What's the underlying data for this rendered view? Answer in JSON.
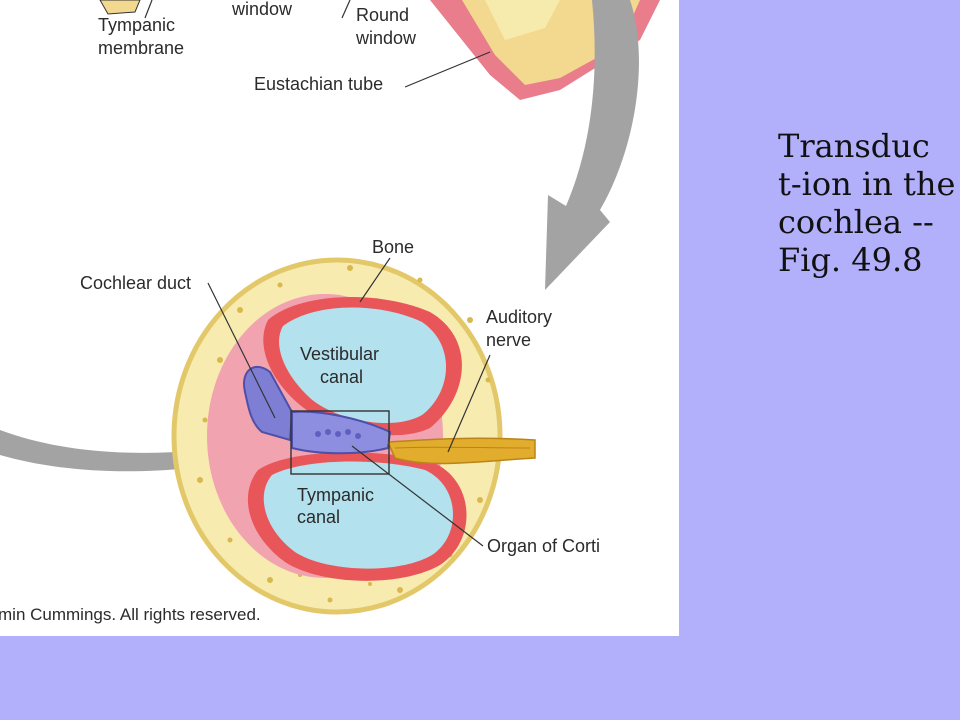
{
  "figure": {
    "labels": {
      "oval_window_fragment": "window",
      "tympanic_membrane_line1": "Tympanic",
      "tympanic_membrane_line2": "membrane",
      "round_window_line1": "Round",
      "round_window_line2": "window",
      "eustachian_tube": "Eustachian tube",
      "bone": "Bone",
      "cochlear_duct": "Cochlear duct",
      "auditory_nerve_line1": "Auditory",
      "auditory_nerve_line2": "nerve",
      "vestibular_canal_line1": "Vestibular",
      "vestibular_canal_line2": "canal",
      "tympanic_canal_line1": "Tympanic",
      "tympanic_canal_line2": "canal",
      "organ_of_corti": "Organ of Corti"
    },
    "copyright": "min Cummings. All rights reserved.",
    "colors": {
      "bone": "#f7ebb0",
      "bone_edge": "#e9cf73",
      "canal_fluid": "#b3e1ee",
      "membrane_red": "#e9565a",
      "membrane_pink": "#f2a3b0",
      "duct_blue": "#7e7fd4",
      "nerve": "#e2ac2c",
      "arrow_gray": "#a3a3a3"
    }
  },
  "caption": {
    "line1": "Transduc",
    "line2": "t-ion in the",
    "line3": "cochlea --",
    "line4": "Fig. 49.8"
  },
  "slide": {
    "background": "#b3b0fb"
  }
}
